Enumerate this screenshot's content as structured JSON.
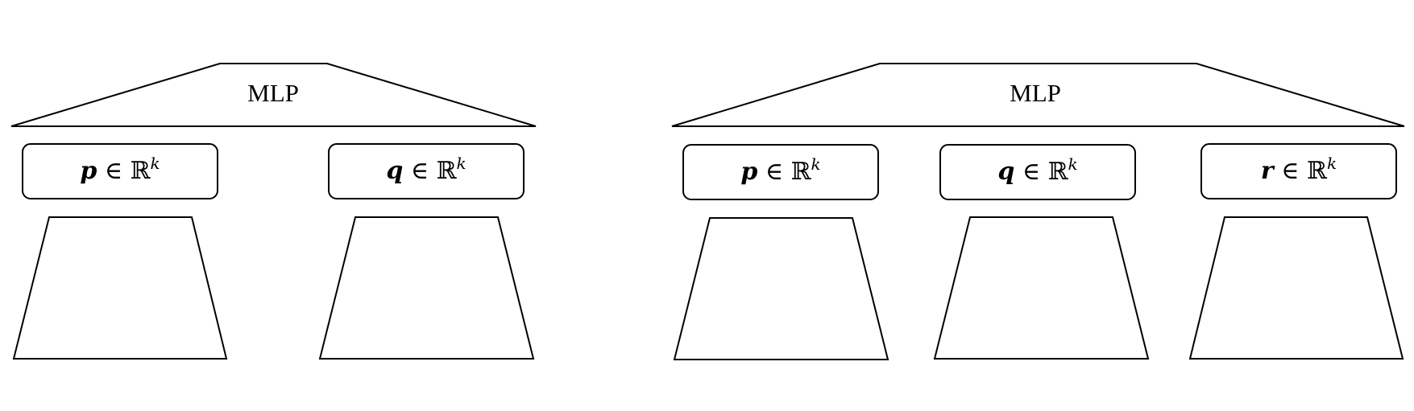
{
  "colors": {
    "stroke": "#000000",
    "fill": "#ffffff"
  },
  "left_model": {
    "head_label": "MLP",
    "embeddings": [
      {
        "symbol": "p",
        "relation": "∈",
        "space": "ℝ",
        "exponent": "k"
      },
      {
        "symbol": "q",
        "relation": "∈",
        "space": "ℝ",
        "exponent": "k"
      }
    ]
  },
  "right_model": {
    "head_label": "MLP",
    "embeddings": [
      {
        "symbol": "p",
        "relation": "∈",
        "space": "ℝ",
        "exponent": "k"
      },
      {
        "symbol": "q",
        "relation": "∈",
        "space": "ℝ",
        "exponent": "k"
      },
      {
        "symbol": "r",
        "relation": "∈",
        "space": "ℝ",
        "exponent": "k"
      }
    ]
  }
}
